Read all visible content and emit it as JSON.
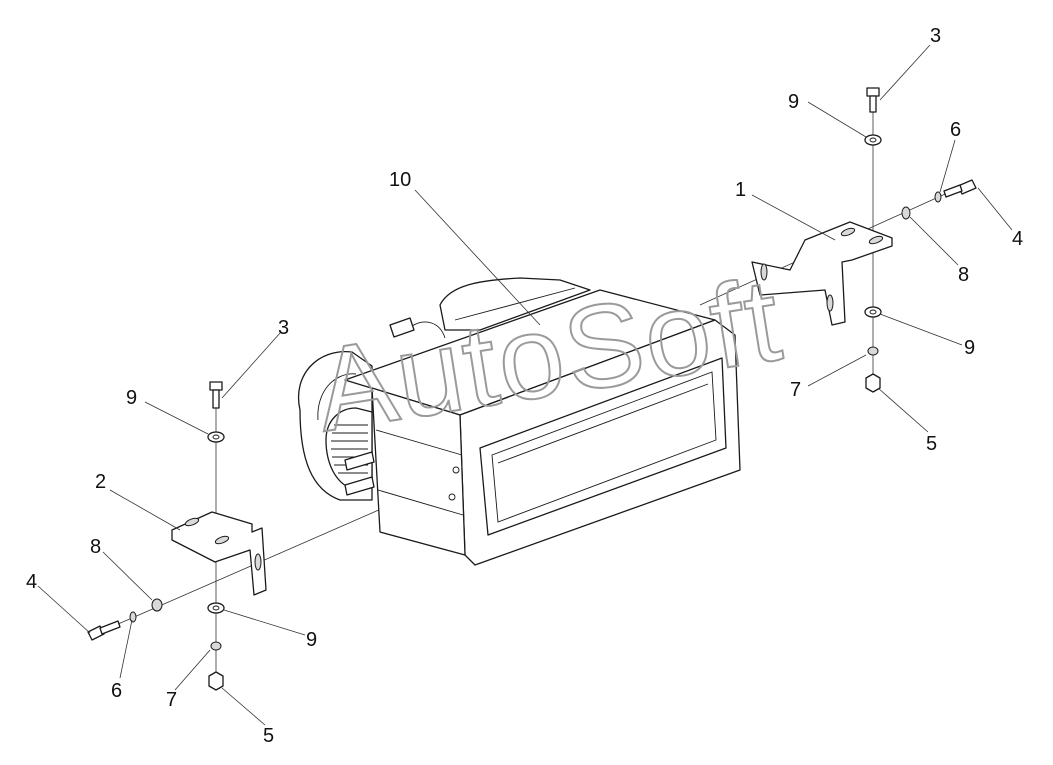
{
  "watermark": "AutoSoft",
  "callouts": [
    {
      "id": "c-3-right",
      "label": "3"
    },
    {
      "id": "c-9-right-top",
      "label": "9"
    },
    {
      "id": "c-6-right",
      "label": "6"
    },
    {
      "id": "c-10",
      "label": "10"
    },
    {
      "id": "c-1",
      "label": "1"
    },
    {
      "id": "c-4-right",
      "label": "4"
    },
    {
      "id": "c-8-right",
      "label": "8"
    },
    {
      "id": "c-9-right-bottom",
      "label": "9"
    },
    {
      "id": "c-7-right",
      "label": "7"
    },
    {
      "id": "c-5-right",
      "label": "5"
    },
    {
      "id": "c-3-left",
      "label": "3"
    },
    {
      "id": "c-9-left-top",
      "label": "9"
    },
    {
      "id": "c-2",
      "label": "2"
    },
    {
      "id": "c-8-left",
      "label": "8"
    },
    {
      "id": "c-4-left",
      "label": "4"
    },
    {
      "id": "c-9-left-bottom",
      "label": "9"
    },
    {
      "id": "c-6-left",
      "label": "6"
    },
    {
      "id": "c-7-left",
      "label": "7"
    },
    {
      "id": "c-5-left",
      "label": "5"
    }
  ]
}
